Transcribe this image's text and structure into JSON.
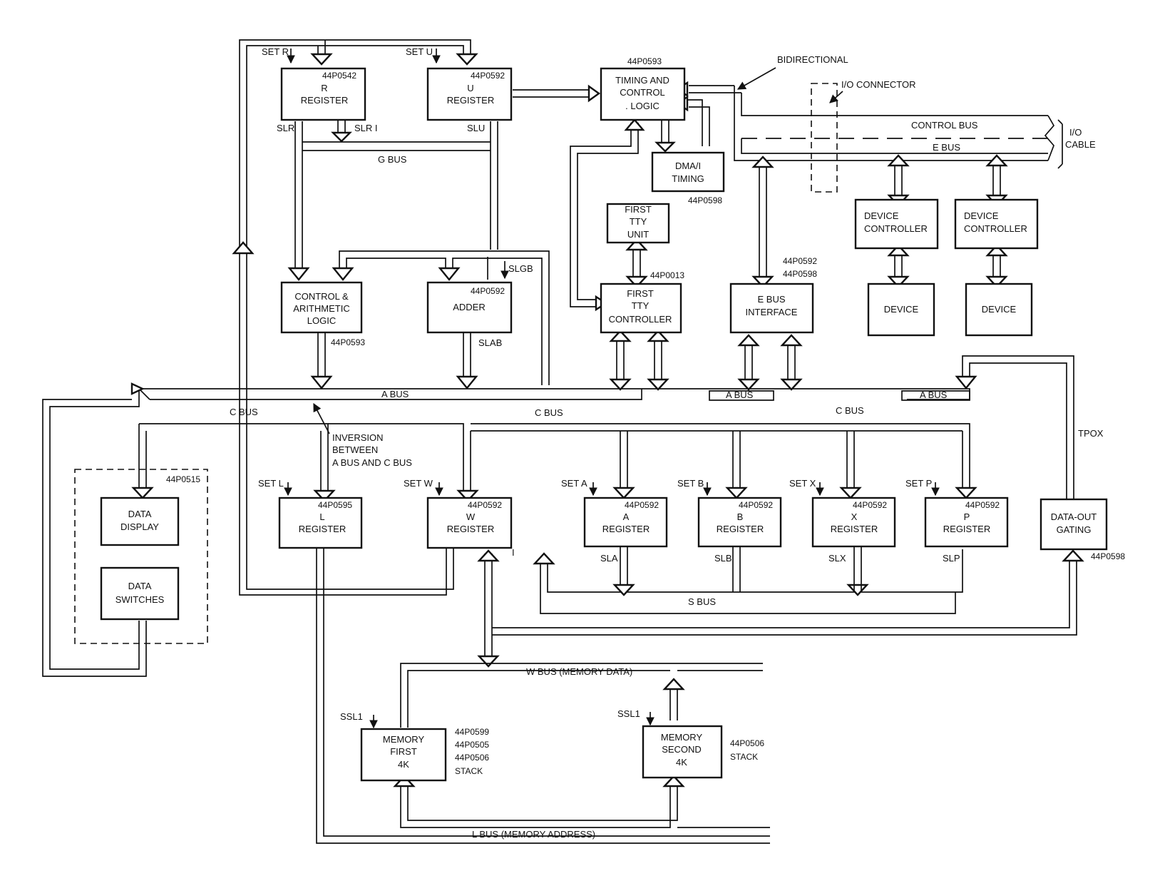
{
  "boxes": {
    "r_register": {
      "lines": [
        "R",
        "REGISTER"
      ],
      "part": "44P0542"
    },
    "u_register": {
      "lines": [
        "U",
        "REGISTER"
      ],
      "part": "44P0592"
    },
    "timing": {
      "lines": [
        "TIMING AND",
        "CONTROL",
        ". LOGIC"
      ],
      "part": "44P0593"
    },
    "dma": {
      "lines": [
        "DMA/I",
        "TIMING"
      ],
      "part": "44P0598"
    },
    "tty_unit": {
      "lines": [
        "FIRST",
        "TTY",
        "UNIT"
      ]
    },
    "tty_ctrl": {
      "lines": [
        "FIRST",
        "TTY",
        "CONTROLLER"
      ],
      "part": "44P0013"
    },
    "ebus_if": {
      "lines": [
        "E BUS",
        "INTERFACE"
      ],
      "part": [
        "44P0592",
        "44P0598"
      ]
    },
    "dev_ctrl_1": {
      "lines": [
        "DEVICE",
        "CONTROLLER"
      ]
    },
    "dev_ctrl_2": {
      "lines": [
        "DEVICE",
        "CONTROLLER"
      ]
    },
    "device_1": {
      "lines": [
        "DEVICE"
      ]
    },
    "device_2": {
      "lines": [
        "DEVICE"
      ]
    },
    "cal": {
      "lines": [
        "CONTROL &",
        "ARITHMETIC",
        "LOGIC"
      ],
      "part": "44P0593"
    },
    "adder": {
      "lines": [
        "ADDER"
      ],
      "part": "44P0592"
    },
    "data_display": {
      "lines": [
        "DATA",
        "DISPLAY"
      ]
    },
    "data_switches": {
      "lines": [
        "DATA",
        "SWITCHES"
      ]
    },
    "panel_part": "44P0515",
    "l_register": {
      "lines": [
        "L",
        "REGISTER"
      ],
      "part": "44P0595"
    },
    "w_register": {
      "lines": [
        "W",
        "REGISTER"
      ],
      "part": "44P0592"
    },
    "a_register": {
      "lines": [
        "A",
        "REGISTER"
      ],
      "part": "44P0592"
    },
    "b_register": {
      "lines": [
        "B",
        "REGISTER"
      ],
      "part": "44P0592"
    },
    "x_register": {
      "lines": [
        "X",
        "REGISTER"
      ],
      "part": "44P0592"
    },
    "p_register": {
      "lines": [
        "P",
        "REGISTER"
      ],
      "part": "44P0592"
    },
    "data_out": {
      "lines": [
        "DATA-OUT",
        "GATING"
      ],
      "part": "44P0598"
    },
    "mem1": {
      "lines": [
        "MEMORY",
        "FIRST",
        "4K"
      ],
      "part": [
        "44P0599",
        "44P0505",
        "44P0506",
        "STACK"
      ]
    },
    "mem2": {
      "lines": [
        "MEMORY",
        "SECOND",
        "4K"
      ],
      "part": [
        "44P0506",
        "STACK"
      ]
    }
  },
  "buses": {
    "a_bus_main": "A BUS",
    "a_bus_mid": "A BUS",
    "a_bus_right": "A BUS",
    "c_bus_left": "C BUS",
    "c_bus_mid": "C BUS",
    "c_bus_right": "C BUS",
    "g_bus": "G BUS",
    "s_bus": "S BUS",
    "w_bus": "W BUS (MEMORY DATA)",
    "l_bus": "L BUS (MEMORY ADDRESS)",
    "control_bus": "CONTROL BUS",
    "e_bus": "E BUS"
  },
  "signals": {
    "set_r": "SET R",
    "set_u": "SET U",
    "slr": "SLR",
    "slr1": "SLR I",
    "slu": "SLU",
    "slgb": "SLGB",
    "slab": "SLAB",
    "set_l": "SET L",
    "set_w": "SET W",
    "set_a": "SET A",
    "set_b": "SET B",
    "set_x": "SET X",
    "set_p": "SET P",
    "sla": "SLA",
    "slb": "SLB",
    "slx": "SLX",
    "slp": "SLP",
    "tpox": "TPOX",
    "ssl1_a": "SSL1",
    "ssl1_b": "SSL1",
    "w_tick": "I"
  },
  "annotations": {
    "bidirectional": "BIDIRECTIONAL",
    "io_connector": "I/O CONNECTOR",
    "io_cable": [
      "I/O",
      "CABLE"
    ],
    "inversion": [
      "INVERSION",
      "BETWEEN",
      "A BUS AND C BUS"
    ]
  }
}
